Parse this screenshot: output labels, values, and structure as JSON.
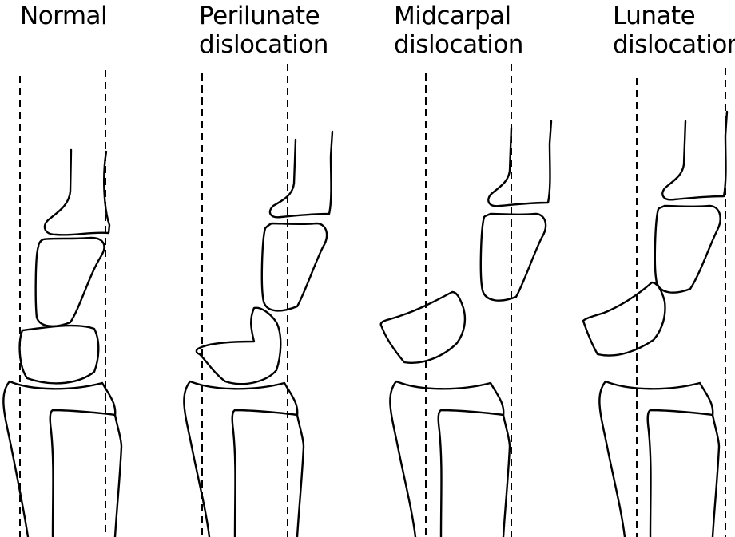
{
  "panels": [
    {
      "id": "normal",
      "title_lines": [
        "Normal"
      ]
    },
    {
      "id": "perilunate",
      "title_lines": [
        "Perilunate",
        "dislocation"
      ]
    },
    {
      "id": "midcarpal",
      "title_lines": [
        "Midcarpal",
        "dislocation"
      ]
    },
    {
      "id": "lunate",
      "title_lines": [
        "Lunate",
        "dislocation"
      ]
    }
  ],
  "colors": {
    "stroke": "#000000",
    "background": "#ffffff"
  }
}
